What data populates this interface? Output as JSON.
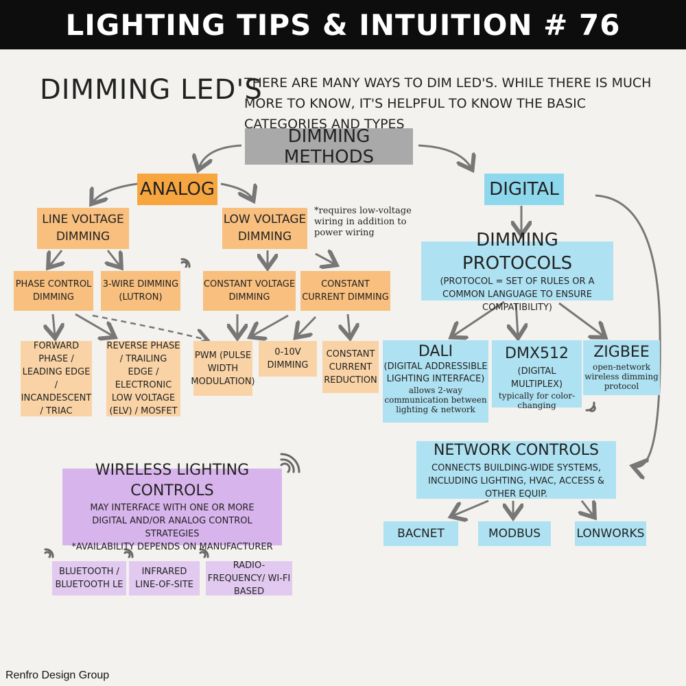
{
  "header": {
    "title": "LIGHTING TIPS & INTUITION # 76"
  },
  "title": "DIMMING LED'S",
  "intro": "THERE ARE MANY WAYS TO DIM LED'S. WHILE THERE IS MUCH MORE TO KNOW, IT'S HELPFUL TO KNOW THE BASIC CATEGORIES AND TYPES",
  "methods": "DIMMING METHODS",
  "analog": {
    "label": "ANALOG",
    "line_voltage": "LINE VOLTAGE DIMMING",
    "low_voltage": "LOW VOLTAGE DIMMING",
    "low_voltage_note": "*requires low-voltage wiring in addition to power wiring",
    "phase_control": "PHASE CONTROL DIMMING",
    "three_wire": "3-WIRE DIMMING (LUTRON)",
    "constant_voltage": "CONSTANT VOLTAGE DIMMING",
    "constant_current": "CONSTANT CURRENT DIMMING",
    "forward_phase": "FORWARD PHASE / LEADING EDGE / INCANDESCENT / TRIAC",
    "reverse_phase": "REVERSE PHASE / TRAILING EDGE / ELECTRONIC LOW VOLTAGE (ELV) / MOSFET",
    "pwm": "PWM (PULSE WIDTH MODULATION)",
    "zero_ten": "0-10V DIMMING",
    "ccr": "CONSTANT CURRENT REDUCTION"
  },
  "digital": {
    "label": "DIGITAL",
    "protocols_title": "DIMMING PROTOCOLS",
    "protocols_sub": "(PROTOCOL = SET OF RULES OR A COMMON LANGUAGE TO ENSURE COMPATIBILITY)",
    "dali_title": "DALI",
    "dali_sub": "(DIGITAL ADDRESSIBLE LIGHTING INTERFACE)",
    "dali_note": "allows 2-way communication between lighting & network",
    "dmx_title": "DMX512",
    "dmx_sub": "(DIGITAL MULTIPLEX)",
    "dmx_note": "typically for color-changing",
    "zigbee_title": "ZIGBEE",
    "zigbee_note": "open-network wireless dimming protocol"
  },
  "network": {
    "title": "NETWORK CONTROLS",
    "sub": "CONNECTS BUILDING-WIDE SYSTEMS, INCLUDING LIGHTING, HVAC, ACCESS & OTHER EQUIP.",
    "bacnet": "BACNET",
    "modbus": "MODBUS",
    "lonworks": "LONWORKS"
  },
  "wireless": {
    "title": "WIRELESS LIGHTING CONTROLS",
    "sub": "MAY INTERFACE WITH ONE OR MORE DIGITAL AND/OR ANALOG CONTROL STRATEGIES",
    "note": "*AVAILABILITY DEPENDS ON MANUFACTURER",
    "bluetooth": "BLUETOOTH / BLUETOOTH LE",
    "infrared": "INFRARED LINE-OF-SITE",
    "rf": "RADIO-FREQUENCY/ WI-FI BASED"
  },
  "footer": "Renfro Design Group",
  "colors": {
    "gray": "#a9a9a9",
    "analog": "#f7a63f",
    "analog_light": "#f9d3a5",
    "digital": "#8ed8ee",
    "wireless": "#d8b4ec",
    "arrow": "#777777"
  },
  "icons": [
    "wireless-signal-icon"
  ]
}
